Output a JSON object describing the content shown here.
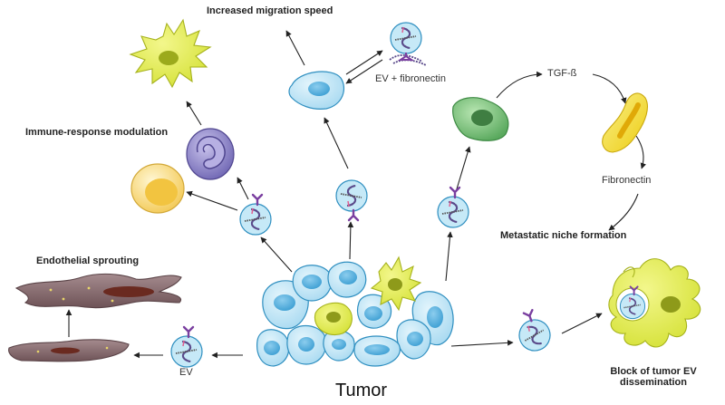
{
  "labels": {
    "migration": "Increased migration speed",
    "ev_fibronectin": "EV + fibronectin",
    "immune": "Immune-response modulation",
    "tgf": "TGF-ß",
    "fibronectin": "Fibronectin",
    "metastatic": "Metastatic niche formation",
    "endothelial": "Endothelial sprouting",
    "ev": "EV",
    "block_line1": "Block of tumor EV",
    "block_line2": "dissemination",
    "tumor": "Tumor"
  },
  "colors": {
    "tumor_cell": "#b9e3f5",
    "tumor_nucleus": "#5ab2de",
    "ev": "#c6e9f7",
    "dendritic": "#e6ee4a",
    "monocyte": "#8b82c6",
    "macrophage": "#f7d76a",
    "fibroblast": "#7cc47e",
    "myofibroblast": "#f4e22a",
    "endothelial": "#8a6b6f",
    "arrow": "#222222"
  }
}
